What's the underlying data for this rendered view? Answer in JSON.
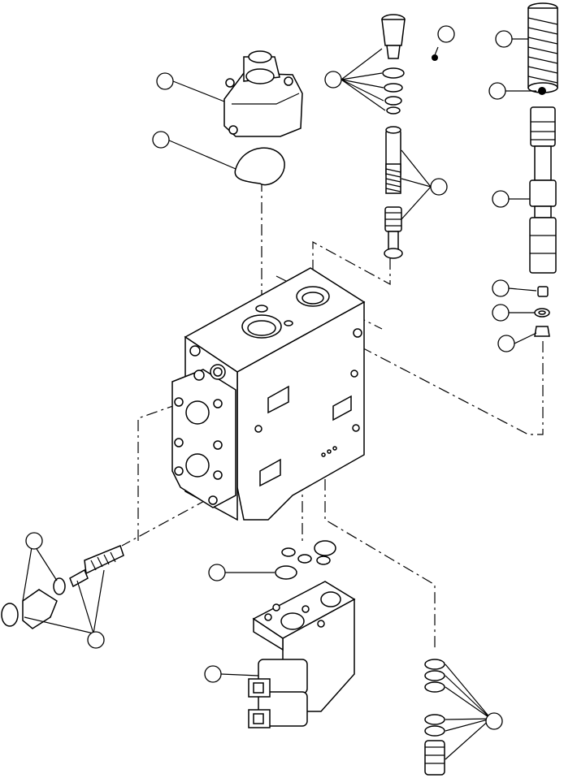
{
  "figure": {
    "labels": []
  },
  "callouts": [
    {
      "id": "callout-1"
    },
    {
      "id": "callout-2"
    },
    {
      "id": "callout-3"
    },
    {
      "id": "callout-4"
    },
    {
      "id": "callout-5"
    },
    {
      "id": "callout-6"
    },
    {
      "id": "callout-7"
    },
    {
      "id": "callout-8"
    },
    {
      "id": "callout-9"
    },
    {
      "id": "callout-10"
    },
    {
      "id": "callout-11"
    },
    {
      "id": "callout-12"
    },
    {
      "id": "callout-13"
    },
    {
      "id": "callout-14"
    },
    {
      "id": "callout-15"
    },
    {
      "id": "callout-16"
    },
    {
      "id": "callout-17"
    }
  ],
  "colors": {
    "ink": "#000000",
    "paper": "#ffffff"
  }
}
